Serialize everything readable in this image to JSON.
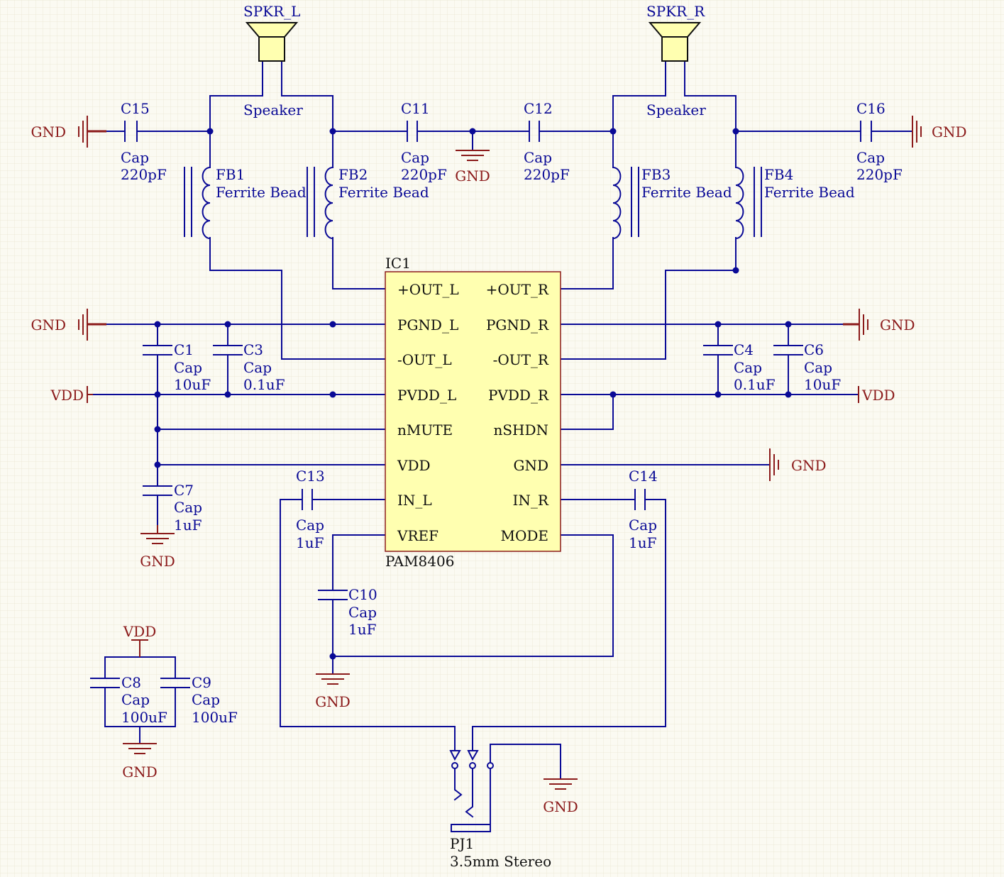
{
  "colors": {
    "wire": "#0a0a96",
    "power": "#8b1a1a",
    "ic_fill": "#ffffb0",
    "background": "#fbfaf2"
  },
  "ic": {
    "designator": "IC1",
    "part": "PAM8406",
    "left_pins": [
      "+OUT_L",
      "PGND_L",
      "-OUT_L",
      "PVDD_L",
      "nMUTE",
      "VDD",
      "IN_L",
      "VREF"
    ],
    "right_pins": [
      "+OUT_R",
      "PGND_R",
      "-OUT_R",
      "PVDD_R",
      "nSHDN",
      "GND",
      "IN_R",
      "MODE"
    ]
  },
  "speakers": [
    {
      "designator": "SPKR_L",
      "comment": "Speaker"
    },
    {
      "designator": "SPKR_R",
      "comment": "Speaker"
    }
  ],
  "beads": [
    {
      "designator": "FB1",
      "comment": "Ferrite Bead"
    },
    {
      "designator": "FB2",
      "comment": "Ferrite Bead"
    },
    {
      "designator": "FB3",
      "comment": "Ferrite Bead"
    },
    {
      "designator": "FB4",
      "comment": "Ferrite Bead"
    }
  ],
  "capacitors": [
    {
      "designator": "C15",
      "comment": "Cap",
      "value": "220pF"
    },
    {
      "designator": "C11",
      "comment": "Cap",
      "value": "220pF"
    },
    {
      "designator": "C12",
      "comment": "Cap",
      "value": "220pF"
    },
    {
      "designator": "C16",
      "comment": "Cap",
      "value": "220pF"
    },
    {
      "designator": "C1",
      "comment": "Cap",
      "value": "10uF"
    },
    {
      "designator": "C3",
      "comment": "Cap",
      "value": "0.1uF"
    },
    {
      "designator": "C4",
      "comment": "Cap",
      "value": "0.1uF"
    },
    {
      "designator": "C6",
      "comment": "Cap",
      "value": "10uF"
    },
    {
      "designator": "C7",
      "comment": "Cap",
      "value": "1uF"
    },
    {
      "designator": "C13",
      "comment": "Cap",
      "value": "1uF"
    },
    {
      "designator": "C14",
      "comment": "Cap",
      "value": "1uF"
    },
    {
      "designator": "C10",
      "comment": "Cap",
      "value": "1uF"
    },
    {
      "designator": "C8",
      "comment": "Cap",
      "value": "100uF"
    },
    {
      "designator": "C9",
      "comment": "Cap",
      "value": "100uF"
    }
  ],
  "jack": {
    "designator": "PJ1",
    "comment": "3.5mm Stereo"
  },
  "nets": {
    "gnd": "GND",
    "vdd": "VDD"
  }
}
